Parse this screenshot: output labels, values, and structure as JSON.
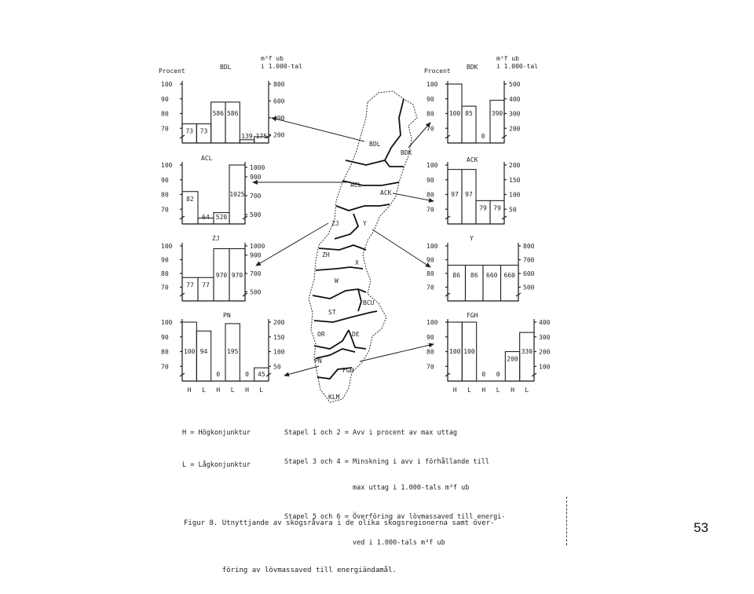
{
  "left_axis_title": "Procent",
  "right_axis_title_line1": "m³f ub",
  "right_axis_title_line2": "i 1.000-tal",
  "panels": [
    {
      "name": "BDL",
      "left_ticks": [
        "100",
        "90",
        "80",
        "70"
      ],
      "right_ticks": [
        "800",
        "600",
        "400",
        "200"
      ],
      "values": [
        73,
        73,
        586,
        586,
        139,
        175
      ],
      "labels": [
        "73",
        "73",
        "586",
        "586",
        "139",
        "175"
      ]
    },
    {
      "name": "ACL",
      "left_ticks": [
        "100",
        "90",
        "80",
        "70"
      ],
      "right_ticks": [
        "1000",
        "900",
        "700",
        "500"
      ],
      "values": [
        82,
        64,
        520,
        1025
      ],
      "labels": [
        "82",
        "64",
        "520",
        "1025"
      ]
    },
    {
      "name": "ZJ",
      "left_ticks": [
        "100",
        "90",
        "80",
        "70"
      ],
      "right_ticks": [
        "1000",
        "900",
        "700",
        "500"
      ],
      "values": [
        77,
        77,
        970,
        970
      ],
      "labels": [
        "77",
        "77",
        "970",
        "970"
      ]
    },
    {
      "name": "PN",
      "left_ticks": [
        "100",
        "90",
        "80",
        "70"
      ],
      "right_ticks": [
        "200",
        "150",
        "100",
        "50"
      ],
      "values": [
        100,
        94,
        0,
        195,
        0,
        45
      ],
      "labels": [
        "100",
        "94",
        "0",
        "195",
        "0",
        "45"
      ]
    },
    {
      "name": "BDK",
      "left_ticks": [
        "100",
        "90",
        "80",
        "70"
      ],
      "right_ticks": [
        "500",
        "400",
        "300",
        "200"
      ],
      "values": [
        100,
        85,
        0,
        390
      ],
      "labels": [
        "100",
        "85",
        "0",
        "390"
      ]
    },
    {
      "name": "ACK",
      "left_ticks": [
        "100",
        "90",
        "80",
        "70"
      ],
      "right_ticks": [
        "200",
        "150",
        "100",
        "50"
      ],
      "values": [
        97,
        97,
        79,
        79
      ],
      "labels": [
        "97",
        "97",
        "79",
        "79"
      ]
    },
    {
      "name": "Y",
      "left_ticks": [
        "100",
        "90",
        "80",
        "70"
      ],
      "right_ticks": [
        "800",
        "700",
        "600",
        "500"
      ],
      "values": [
        86,
        86,
        660,
        660
      ],
      "labels": [
        "86",
        "86",
        "660",
        "660"
      ]
    },
    {
      "name": "FGH",
      "left_ticks": [
        "100",
        "90",
        "80",
        "70"
      ],
      "right_ticks": [
        "400",
        "300",
        "200",
        "100"
      ],
      "values": [
        100,
        100,
        0,
        0,
        200,
        330
      ],
      "labels": [
        "100",
        "100",
        "0",
        "0",
        "200",
        "330"
      ]
    }
  ],
  "x_labels": [
    "H",
    "L",
    "H",
    "L",
    "H",
    "L"
  ],
  "map_regions": [
    "BDL",
    "BDK",
    "ACL",
    "ACK",
    "ZJ",
    "Y",
    "ZH",
    "X",
    "W",
    "BCU",
    "ST",
    "OR",
    "DE",
    "PN",
    "FGH",
    "KLM"
  ],
  "legend": {
    "h_def": "H = Högkonjunktur",
    "l_def": "L = Lågkonjunktur",
    "stapel12": "Stapel 1 och 2 = Avv i procent av max uttag",
    "stapel34_a": "Stapel 3 och 4 = Minskning i avv i förhållande till",
    "stapel34_b": "                 max uttag i 1.000-tals m³f ub",
    "stapel56_a": "Stapel 5 och 6 = Överföring av lövmassaved till energi-",
    "stapel56_b": "                 ved i 1.000-tals m³f ub"
  },
  "caption": {
    "line1": "Figur 8. Utnyttjande av skogsråvara i de olika skogsregionerna samt över-",
    "line2": "         föring av lövmassaved till energiändamål."
  },
  "page_number": "53"
}
